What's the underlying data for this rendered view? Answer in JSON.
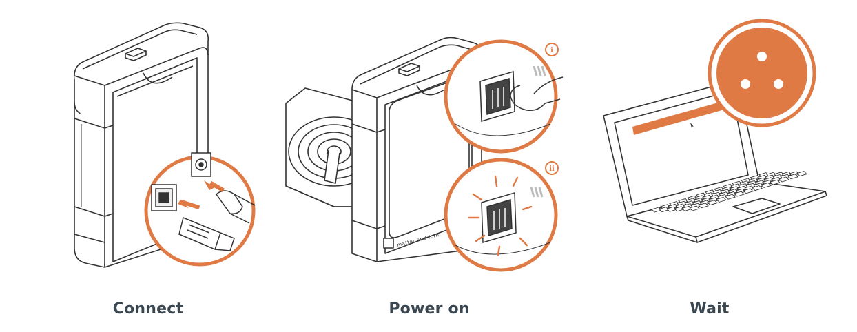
{
  "colors": {
    "accent": "#e07a45",
    "line": "#333333",
    "caption": "#3a4750"
  },
  "steps": [
    {
      "label": "Connect"
    },
    {
      "label": "Power on",
      "brand": "matter and form",
      "badges": [
        "i",
        "ii"
      ]
    },
    {
      "label": "Wait"
    }
  ]
}
